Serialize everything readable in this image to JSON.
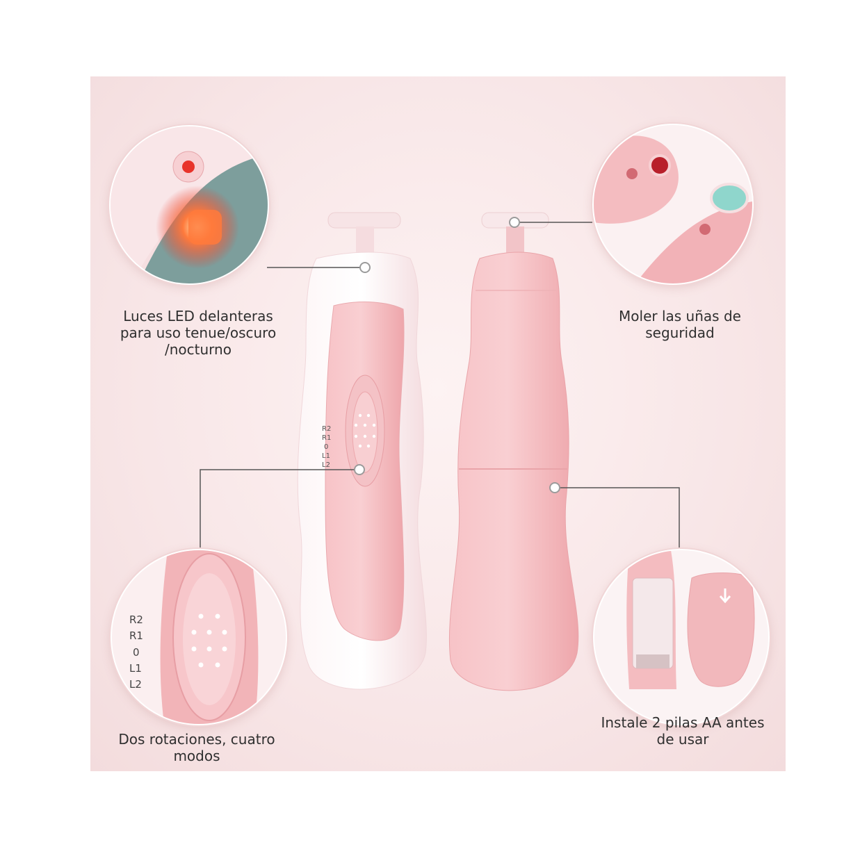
{
  "captions": {
    "led": [
      "Luces LED delanteras",
      "para uso tenue/oscuro",
      "/nocturno"
    ],
    "grind": [
      "Moler las uñas de",
      "seguridad"
    ],
    "modes": [
      "Dos rotaciones, cuatro",
      "modos"
    ],
    "battery": [
      "Instale 2 pilas AA antes",
      "de usar"
    ]
  },
  "switch_labels": [
    "R2",
    "R1",
    "0",
    "L1",
    "L2"
  ],
  "colors": {
    "panel_bg": "#f8e6e7",
    "device_pink": "#f2b4b8",
    "device_white": "#fbeef0",
    "led_red": "#e8332a",
    "grind_pad": "#8fd6cc",
    "text": "#2f2f2f",
    "leader_line": "#555555"
  }
}
